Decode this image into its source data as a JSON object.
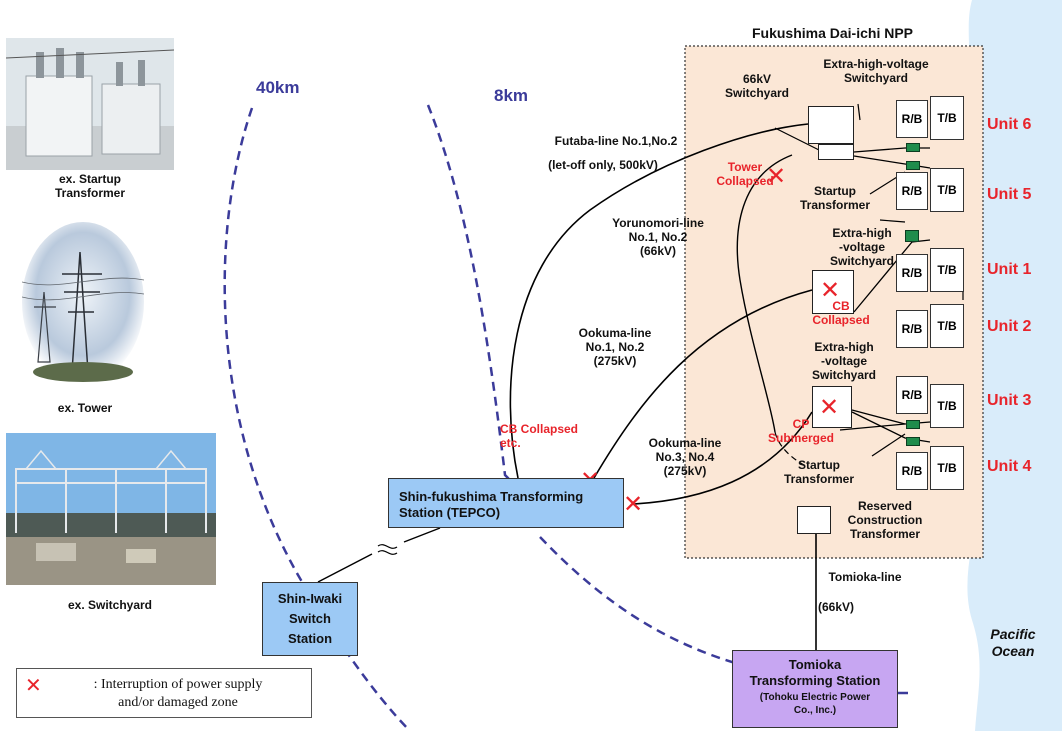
{
  "npp_title": "Fukushima Dai-ichi NPP",
  "distances": {
    "outer": "40km",
    "inner": "8km"
  },
  "photos": {
    "startup_caption": "ex. Startup\nTransformer",
    "tower_caption": "ex. Tower",
    "switchyard_caption": "ex. Switchyard"
  },
  "stations": {
    "shin_fukushima": "Shin-fukushima Transforming\nStation (TEPCO)",
    "shin_iwaki": "Shin-Iwaki\nSwitch\nStation",
    "tomioka_main": "Tomioka\nTransforming Station",
    "tomioka_sub": "(Tohoku Electric Power\nCo., Inc.)"
  },
  "lines": {
    "futaba": "Futaba-line No.1,No.2",
    "futaba_note": "(let-off only, 500kV)",
    "yorunomori": "Yorunomori-line\nNo.1, No.2\n(66kV)",
    "ookuma_12": "Ookuma-line\nNo.1, No.2\n(275kV)",
    "ookuma_34": "Ookuma-line\nNo.3, No.4\n(275kV)",
    "tomioka": "Tomioka-line",
    "tomioka_kv": "(66kV)"
  },
  "plant_labels": {
    "sw66": "66kV\nSwitchyard",
    "ehv_top": "Extra-high-voltage\nSwitchyard",
    "startup_top": "Startup\nTransformer",
    "ehv_mid": "Extra-high\n-voltage\nSwitchyard",
    "ehv_low": "Extra-high\n-voltage\nSwitchyard",
    "startup_low": "Startup\nTransformer",
    "reserved": "Reserved\nConstruction\nTransformer"
  },
  "damage": {
    "tower": "Tower\nCollapsed",
    "cb_plant": "CB\nCollapsed",
    "cp": "CP\nSubmerged",
    "cb_line": "CB Collapsed\netc."
  },
  "buildings": {
    "reactor": "R/B",
    "turbine": "T/B"
  },
  "units": [
    "Unit 6",
    "Unit 5",
    "Unit 1",
    "Unit 2",
    "Unit 3",
    "Unit 4"
  ],
  "ocean": "Pacific\nOcean",
  "legend": {
    "symbol": "✕",
    "text": ": Interruption of power supply\nand/or damaged zone"
  },
  "colors": {
    "damage_red": "#e8242b",
    "station_blue": "#9cc9f5",
    "tomioka_purple": "#c7a6f2",
    "plant_fill": "#fbe7d6",
    "ocean_blue": "#d9ecfa",
    "distance_arc": "#3b3b9a",
    "transformer_green": "#1f8c4c"
  }
}
